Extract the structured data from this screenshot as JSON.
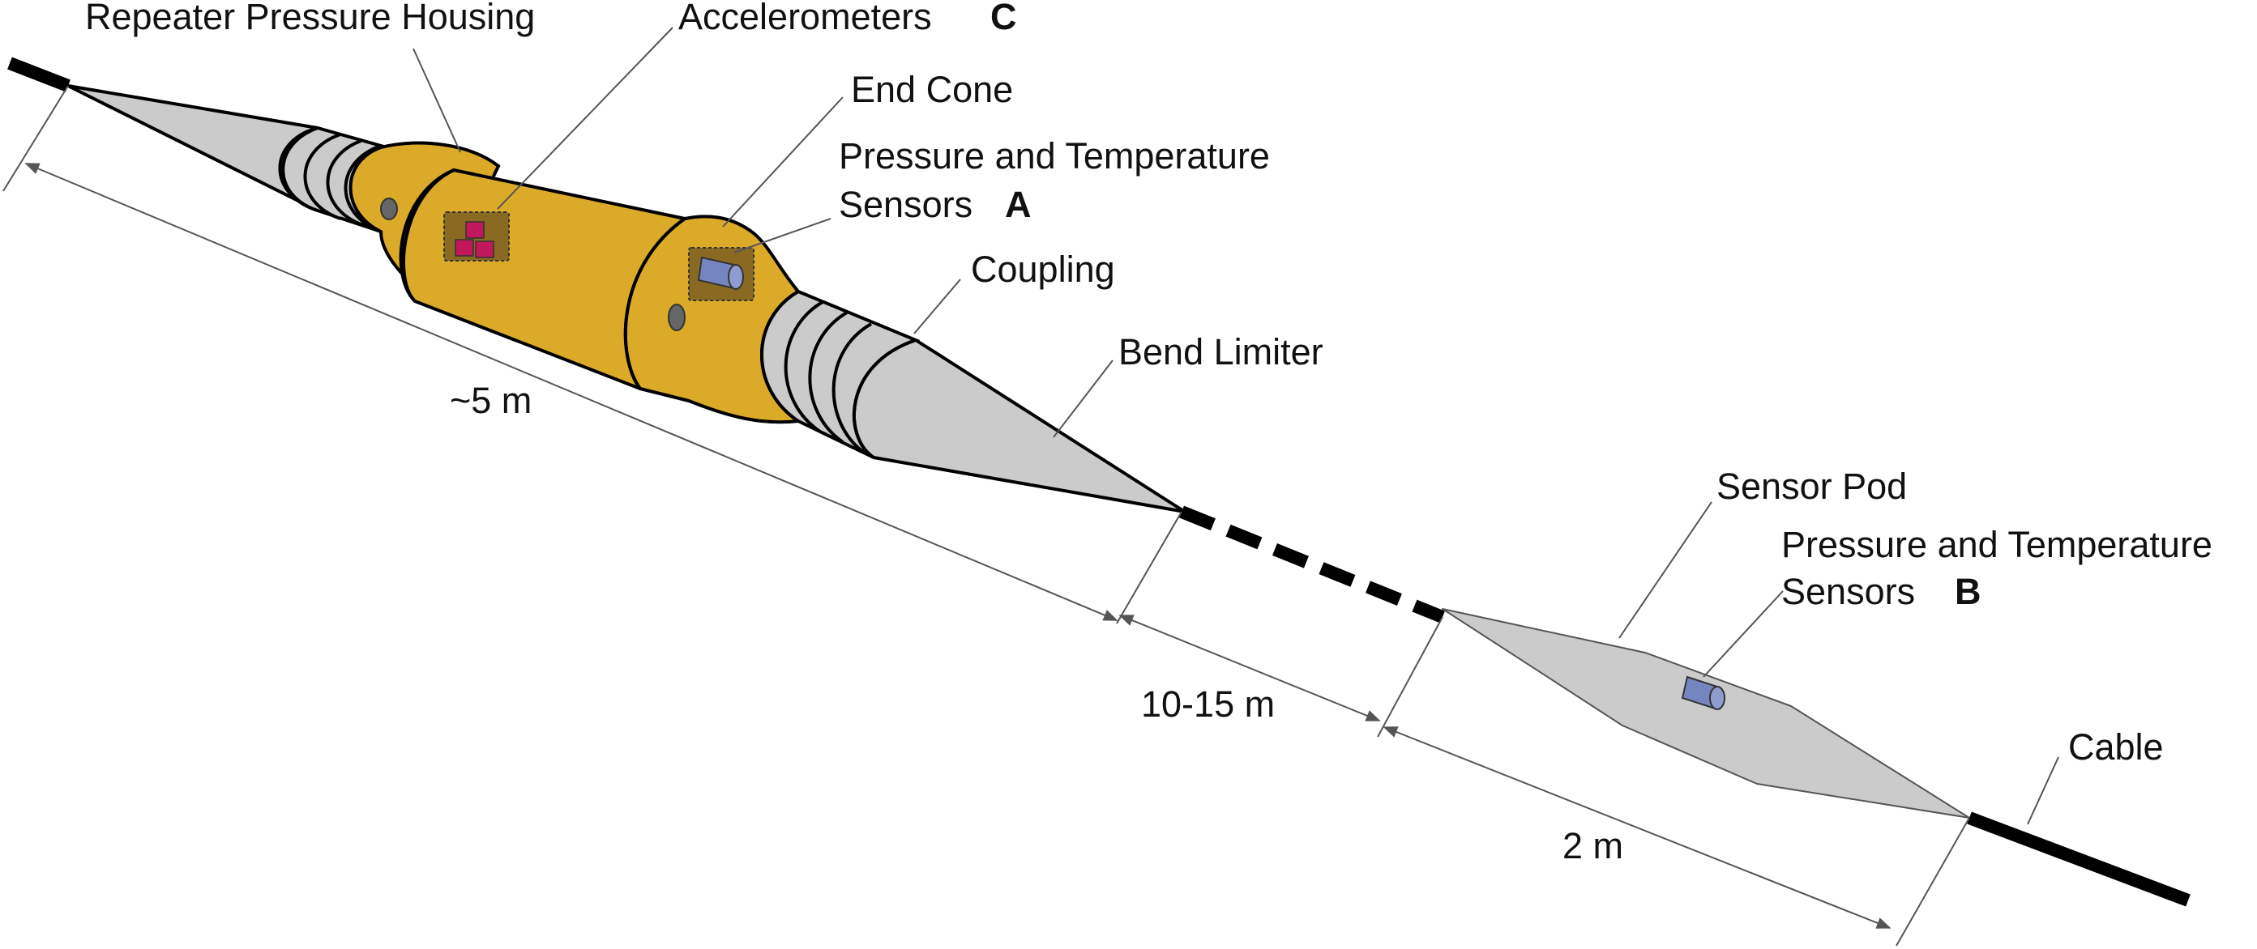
{
  "labels": {
    "repeater_housing": "Repeater Pressure Housing",
    "accelerometers": "Accelerometers",
    "accelerometers_tag": "C",
    "end_cone": "End Cone",
    "pt_a_line1": "Pressure and Temperature",
    "pt_a_line2": "Sensors",
    "pt_a_tag": "A",
    "coupling": "Coupling",
    "bend_limiter": "Bend Limiter",
    "sensor_pod": "Sensor Pod",
    "pt_b_line1": "Pressure and Temperature",
    "pt_b_line2": "Sensors",
    "pt_b_tag": "B",
    "cable": "Cable"
  },
  "dimensions": {
    "repeater_length": "~5 m",
    "gap_length": "10-15 m",
    "pod_length": "2 m"
  },
  "colors": {
    "housing": "#DBAA28",
    "cone": "#CBCBCB",
    "cable": "#000000",
    "accelerometer": "#C2185B",
    "pt_sensor": "#7585BF",
    "sensor_box": "#8A6A22",
    "leader": "#555555"
  }
}
